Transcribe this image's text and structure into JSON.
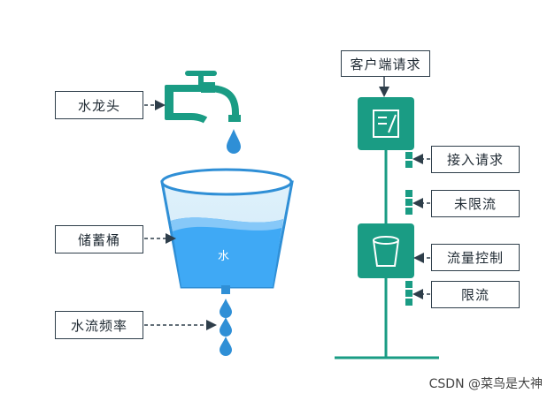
{
  "left_diagram": {
    "faucet_label": "水龙头",
    "bucket_label": "储蓄桶",
    "outflow_label": "水流频率",
    "water_label": "水"
  },
  "right_diagram": {
    "client_request_label": "客户端请求",
    "accept_label": "接入请求",
    "not_limited_label": "未限流",
    "flow_control_label": "流量控制",
    "limited_label": "限流"
  },
  "watermark": "CSDN @菜鸟是大神",
  "colors": {
    "teal": "#1a9c84",
    "dark_teal": "#1e6f69",
    "water": "#3fa9f5",
    "water_light": "#86c8f8",
    "drop": "#2f8fd6",
    "box_border": "#2e3e4a"
  }
}
